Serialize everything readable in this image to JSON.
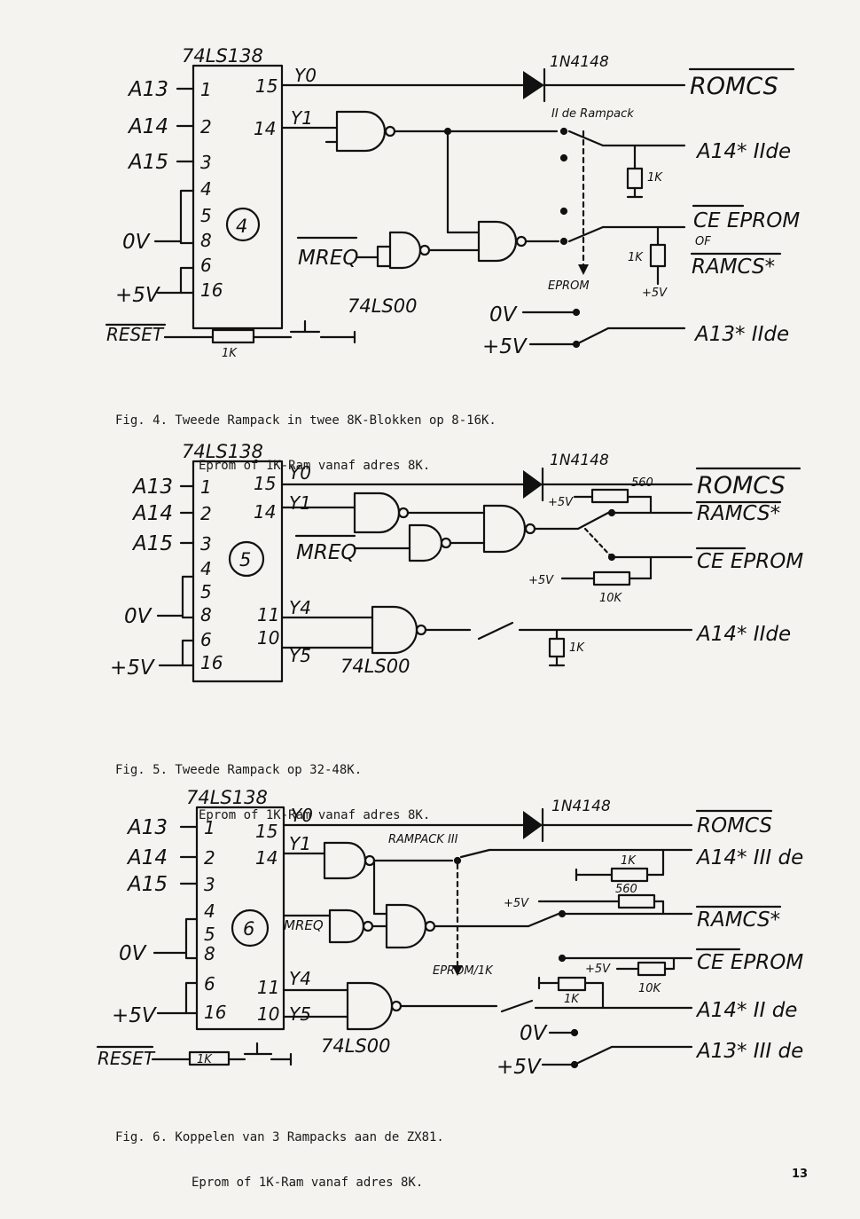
{
  "page_number": "13",
  "figures": [
    {
      "caption_line1": "Fig. 4. Tweede Rampack in twee 8K-Blokken op 8-16K.",
      "caption_line2": "Eprom of 1K-Ram vanaf adres 8K.",
      "chip_decoder": "74LS138",
      "chip_gates": "74LS00",
      "number": "4",
      "inputs": [
        "A13",
        "A14",
        "A15",
        "0V",
        "+5V"
      ],
      "pins": [
        "1",
        "2",
        "3",
        "4",
        "5",
        "8",
        "6",
        "16",
        "15",
        "14"
      ],
      "outputs": [
        "Y0",
        "Y1"
      ],
      "diode": "1N4148",
      "signals": [
        "ROMCS",
        "A14* IIde",
        "CE EPROM",
        "OF",
        "RAMCS*",
        "A13* IIde"
      ],
      "switch_labels": [
        "II de Rampack",
        "EPROM",
        "+5V"
      ],
      "resistors": [
        "1K",
        "1K",
        "1K"
      ],
      "other": [
        "MREQ",
        "RESET",
        "0V",
        "+5V"
      ]
    },
    {
      "caption_line1": "Fig. 5. Tweede Rampack op 32-48K.",
      "caption_line2": "Eprom of 1K-Ram vanaf adres 8K.",
      "chip_decoder": "74LS138",
      "chip_gates": "74LS00",
      "number": "5",
      "inputs": [
        "A13",
        "A14",
        "A15",
        "0V",
        "+5V"
      ],
      "pins": [
        "1",
        "2",
        "3",
        "4",
        "5",
        "8",
        "6",
        "16",
        "15",
        "14",
        "11",
        "10"
      ],
      "outputs": [
        "Y0",
        "Y1",
        "Y4",
        "Y5"
      ],
      "diode": "1N4148",
      "signals": [
        "ROMCS",
        "RAMCS*",
        "CE EPROM",
        "A14* IIde"
      ],
      "resistors": [
        "560",
        "10K",
        "1K"
      ],
      "other": [
        "MREQ",
        "+5V",
        "+5V"
      ]
    },
    {
      "caption_line1": "Fig. 6. Koppelen van 3 Rampacks aan de ZX81.",
      "caption_line2": "Eprom of 1K-Ram vanaf adres 8K.",
      "chip_decoder": "74LS138",
      "chip_gates": "74LS00",
      "number": "6",
      "inputs": [
        "A13",
        "A14",
        "A15",
        "0V",
        "+5V"
      ],
      "pins": [
        "1",
        "2",
        "3",
        "4",
        "5",
        "8",
        "6",
        "16",
        "15",
        "14",
        "11",
        "10"
      ],
      "outputs": [
        "Y0",
        "Y1",
        "Y4",
        "Y5"
      ],
      "diode": "1N4148",
      "signals": [
        "ROMCS",
        "A14* III de",
        "RAMCS*",
        "CE EPROM",
        "A14* II de",
        "A13* III de"
      ],
      "switch_labels": [
        "RAMPACK III",
        "EPROM/1K"
      ],
      "resistors": [
        "1K",
        "560",
        "10K",
        "1K",
        "1K"
      ],
      "other": [
        "MREQ",
        "RESET",
        "+5V",
        "+5V",
        "0V",
        "+5V"
      ]
    }
  ]
}
